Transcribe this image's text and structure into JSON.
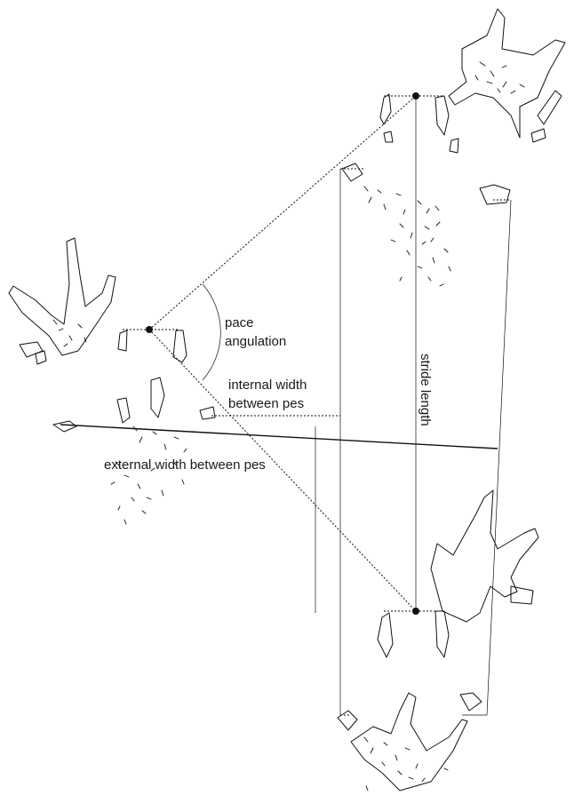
{
  "labels": {
    "pace_angulation_line1": "pace",
    "pace_angulation_line2": "angulation",
    "internal_width_line1": "internal width",
    "internal_width_line2": "between pes",
    "external_width": "external width between pes",
    "stride_length": "stride length"
  }
}
